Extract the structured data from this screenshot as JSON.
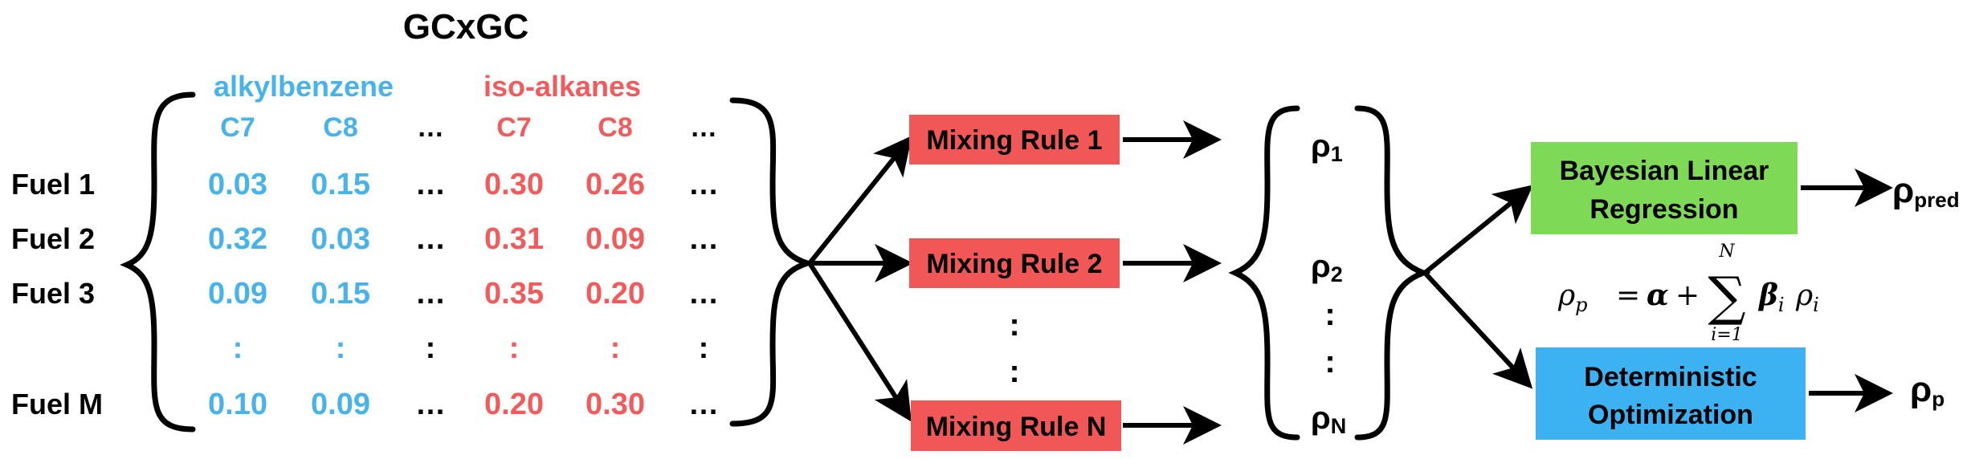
{
  "title": "GCxGC",
  "groups": {
    "alkylbenzene": {
      "label": "alkylbenzene",
      "color": "#46b3ea"
    },
    "isoalkanes": {
      "label": "iso-alkanes",
      "color": "#f15b5b"
    }
  },
  "columns": [
    "C7",
    "C8",
    "…",
    "C7",
    "C8",
    "…"
  ],
  "fuels": [
    {
      "name": "Fuel 1",
      "values": [
        "0.03",
        "0.15",
        "…",
        "0.30",
        "0.26",
        "…"
      ]
    },
    {
      "name": "Fuel 2",
      "values": [
        "0.32",
        "0.03",
        "…",
        "0.31",
        "0.09",
        "…"
      ]
    },
    {
      "name": "Fuel 3",
      "values": [
        "0.09",
        "0.15",
        "…",
        "0.35",
        "0.20",
        "…"
      ]
    },
    {
      "name": "",
      "values": [
        ":",
        ":",
        ":",
        ":",
        ":",
        ":"
      ]
    },
    {
      "name": "Fuel M",
      "values": [
        "0.10",
        "0.09",
        "…",
        "0.20",
        "0.30",
        "…"
      ]
    }
  ],
  "mixing_rules": {
    "items": [
      "Mixing Rule 1",
      "Mixing Rule 2",
      "Mixing Rule N"
    ],
    "color": "#f25757",
    "ellipsis": ":"
  },
  "rho_outputs": {
    "symbol": "ρ",
    "subscripts": [
      "1",
      "2",
      "N"
    ],
    "ellipsis": ":"
  },
  "models": {
    "bayesian": {
      "lines": [
        "Bayesian Linear",
        "Regression"
      ],
      "color": "#7ed957"
    },
    "deterministic": {
      "lines": [
        "Deterministic",
        "Optimization"
      ],
      "color": "#3db2f2"
    }
  },
  "predictions": {
    "symbol": "ρ",
    "bayesian_subscript": "pred",
    "deterministic_subscript": "p"
  },
  "formula": {
    "lhs_symbol": "ρ",
    "lhs_subscript": "p",
    "equals": "=",
    "alpha": "α",
    "plus": "+",
    "sum_upper": "N",
    "sum_lower": "i=1",
    "sum_sign": "∑",
    "beta": "β",
    "beta_subscript": "i",
    "rho": "ρ",
    "rho_subscript": "i"
  }
}
